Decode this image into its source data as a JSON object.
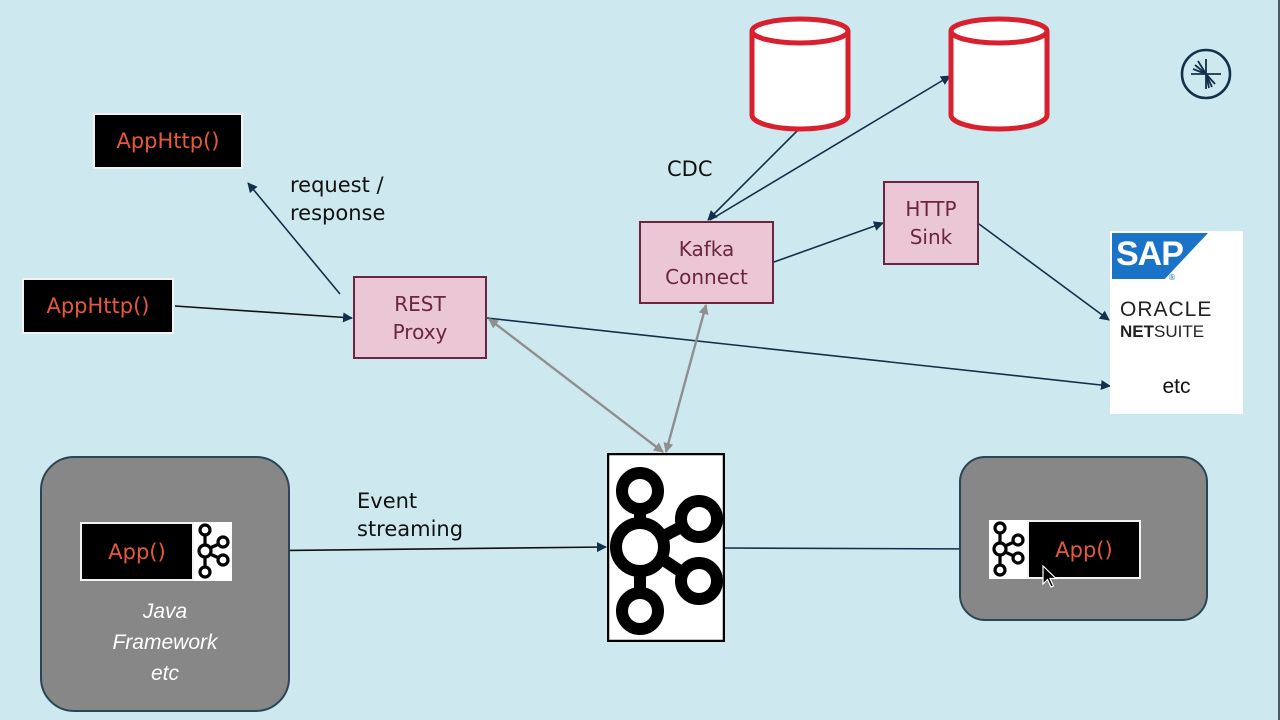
{
  "diagram": {
    "apphttp_top": "AppHttp()",
    "apphttp_left": "AppHttp()",
    "request_response": [
      "request /",
      "response"
    ],
    "rest_proxy": [
      "REST",
      "Proxy"
    ],
    "cdc_label": "CDC",
    "kafka_connect": [
      "Kafka",
      "Connect"
    ],
    "http_sink": [
      "HTTP",
      "Sink"
    ],
    "event_streaming": [
      "Event",
      "streaming"
    ],
    "producer_app": "App()",
    "producer_caption": [
      "Java",
      "Framework",
      "etc"
    ],
    "consumer_app": "App()",
    "vendors": {
      "sap": "SAP",
      "oracle": "ORACLE",
      "netsuite_bold": "NET",
      "netsuite_rest": "SUITE",
      "etc": "etc"
    },
    "logo_icon": "confluent-logo-icon",
    "colors": {
      "background": "#cde9ef",
      "pink_box": "#ebc7d5",
      "pink_border": "#6a2540",
      "code_text": "#e8583a",
      "db_border": "#d8202e",
      "arrow_dark": "#123049",
      "arrow_gray": "#8f8f8f",
      "sap_blue": "#1a73c7"
    }
  }
}
